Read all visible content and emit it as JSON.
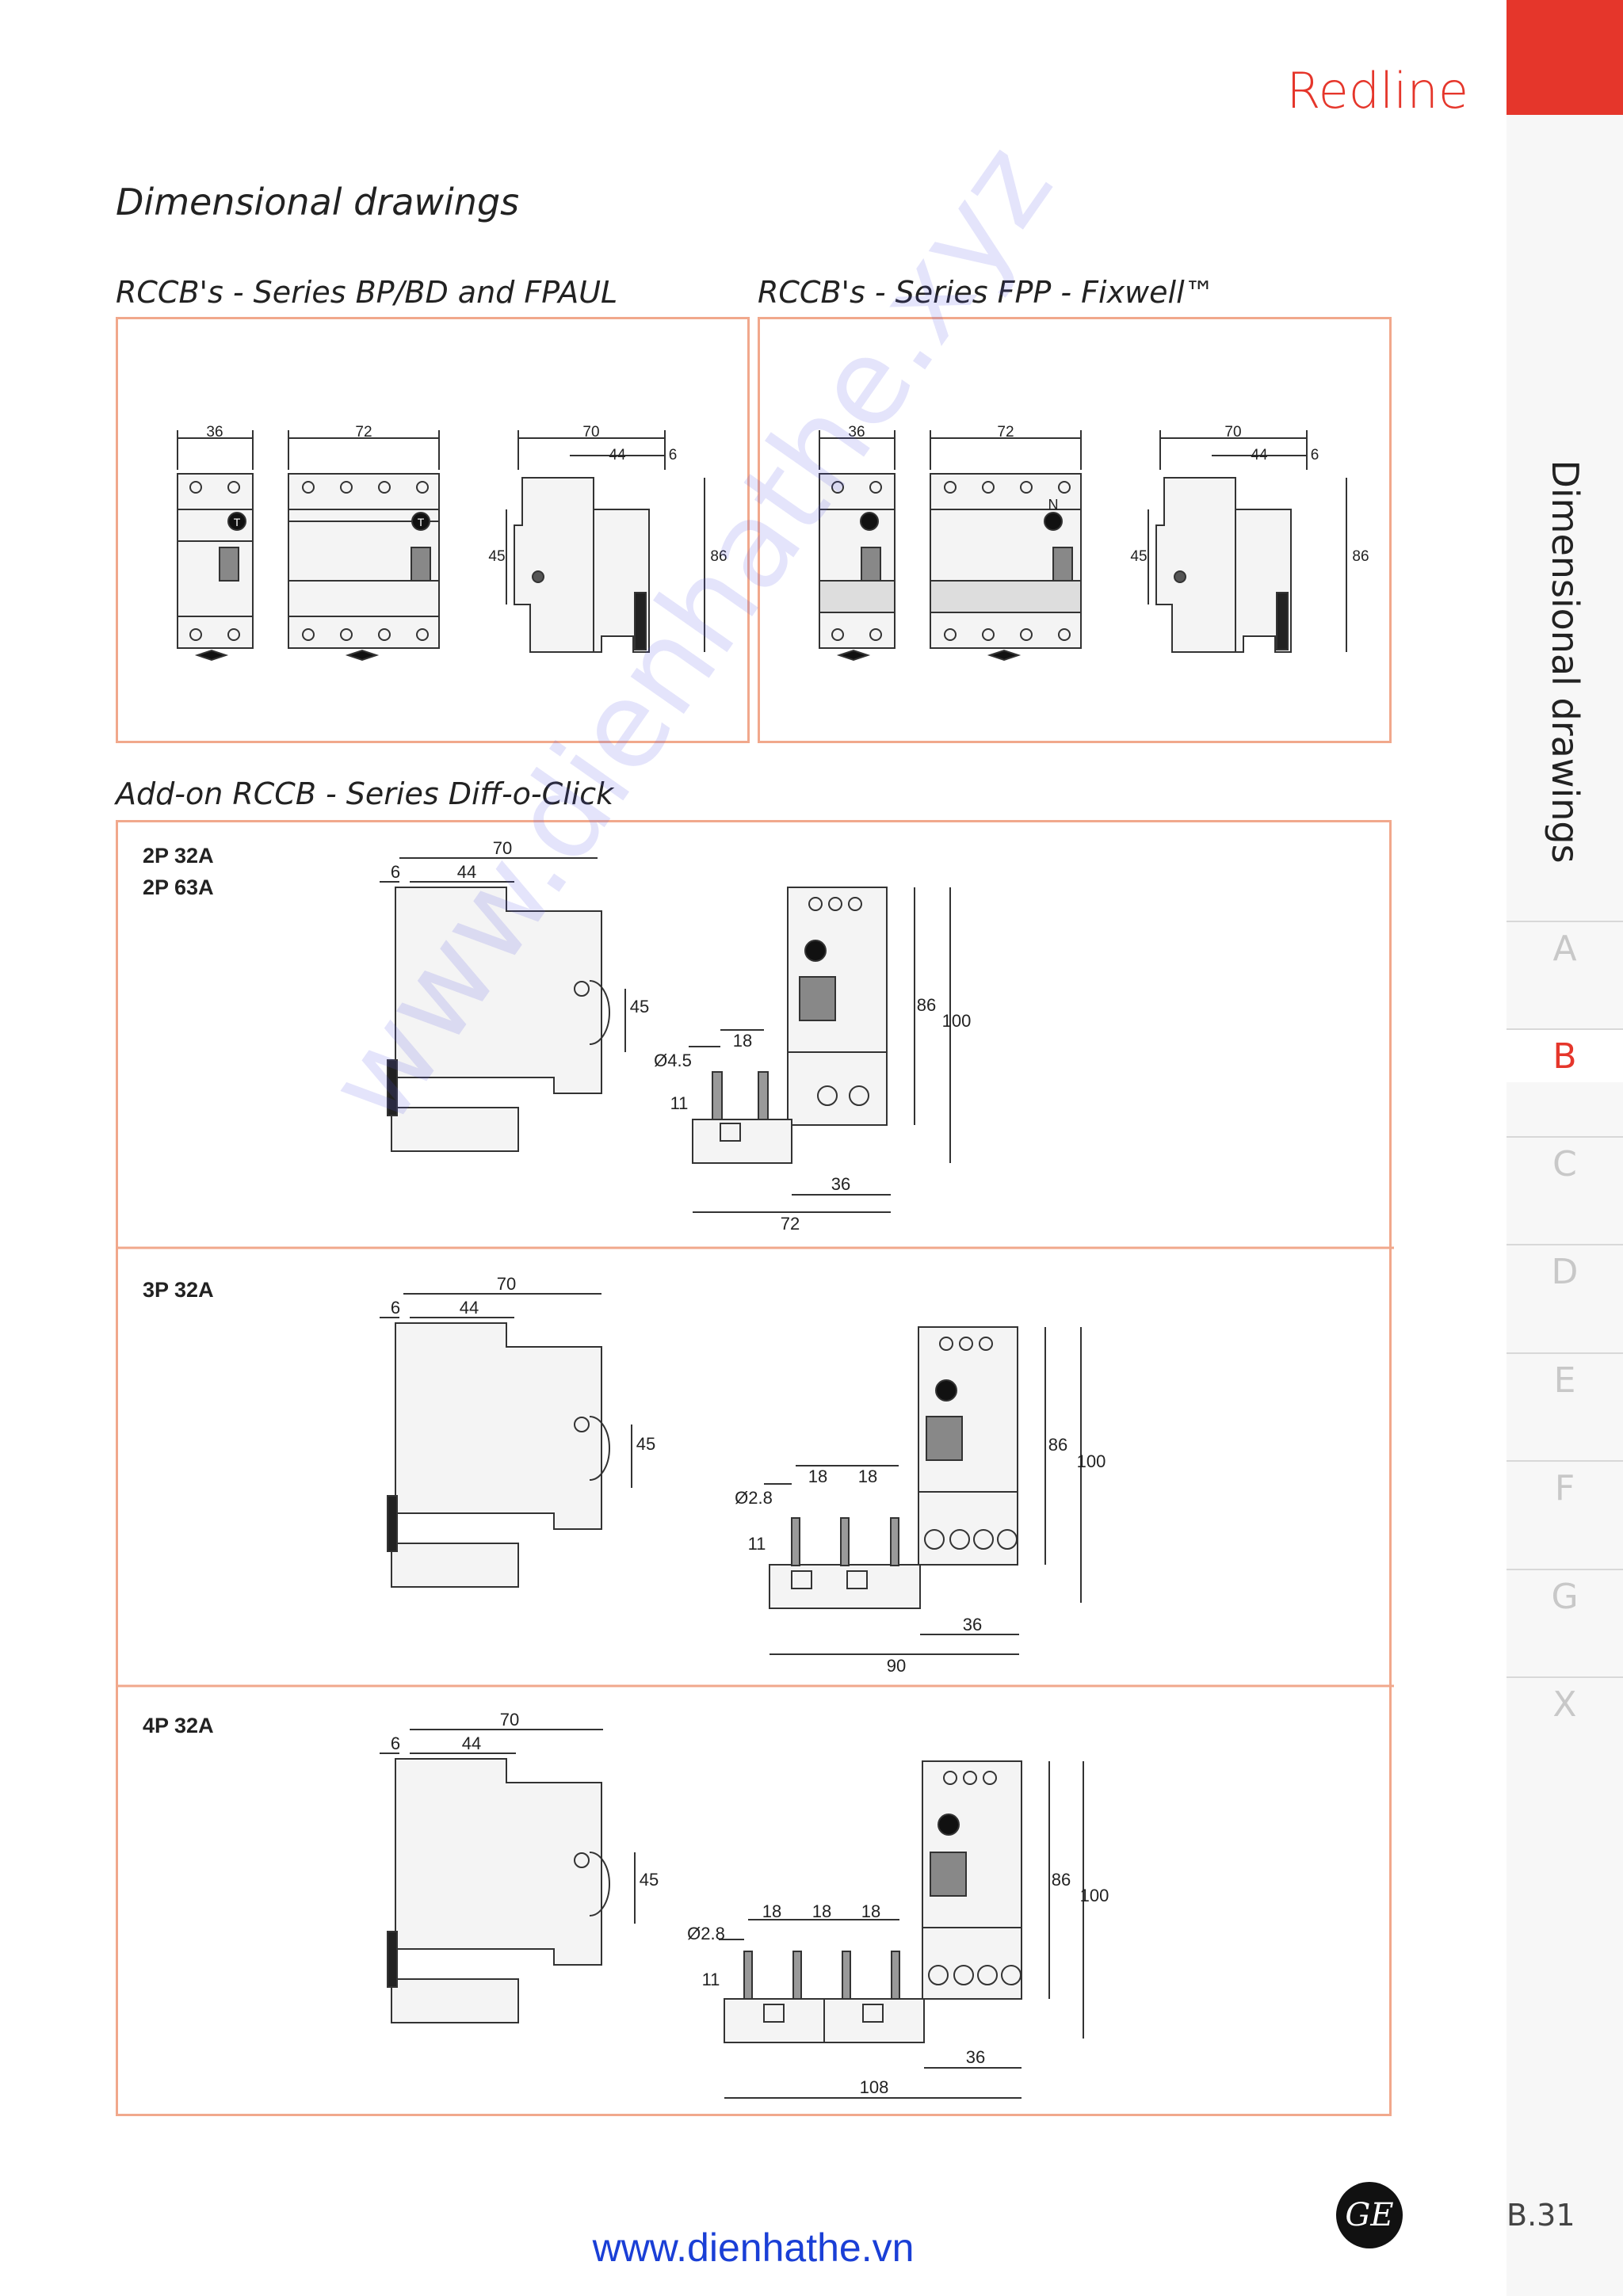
{
  "header": {
    "brand": "Redline"
  },
  "page_title": "Dimensional drawings",
  "sections": {
    "bpbd": {
      "title": "RCCB's - Series BP/BD and FPAUL",
      "dims": [
        "36",
        "72",
        "70",
        "44",
        "6",
        "45",
        "86"
      ],
      "marks": [
        "T",
        "T"
      ]
    },
    "fpp": {
      "title": "RCCB's - Series FPP - Fixwell™",
      "dims": [
        "36",
        "72",
        "70",
        "44",
        "6",
        "45",
        "86"
      ],
      "marks": [
        "N"
      ]
    },
    "doc": {
      "title": "Add-on RCCB - Series Diff-o-Click",
      "rows": [
        {
          "labels": [
            "2P 32A",
            "2P 63A"
          ],
          "dims": [
            "70",
            "6",
            "44",
            "45",
            "Ø4.5",
            "18",
            "11",
            "86",
            "100",
            "36",
            "72"
          ]
        },
        {
          "labels": [
            "3P 32A"
          ],
          "dims": [
            "70",
            "6",
            "44",
            "45",
            "Ø2.8",
            "18",
            "18",
            "11",
            "86",
            "100",
            "36",
            "90"
          ]
        },
        {
          "labels": [
            "4P 32A"
          ],
          "dims": [
            "70",
            "6",
            "44",
            "45",
            "Ø2.8",
            "18",
            "18",
            "18",
            "11",
            "86",
            "100",
            "36",
            "108"
          ]
        }
      ]
    }
  },
  "sidebar": {
    "heading": "Dimensional drawings",
    "tabs": [
      "A",
      "B",
      "C",
      "D",
      "E",
      "F",
      "G",
      "X"
    ],
    "active_tab": "B"
  },
  "footer": {
    "page_number": "B.31",
    "logo": "GE",
    "url": "www.dienhathe.vn",
    "watermark": "www.dienhathe.xyz"
  },
  "colors": {
    "accent": "#e5362b",
    "panel_border": "#f1a88c",
    "url": "#1a3fd6"
  }
}
